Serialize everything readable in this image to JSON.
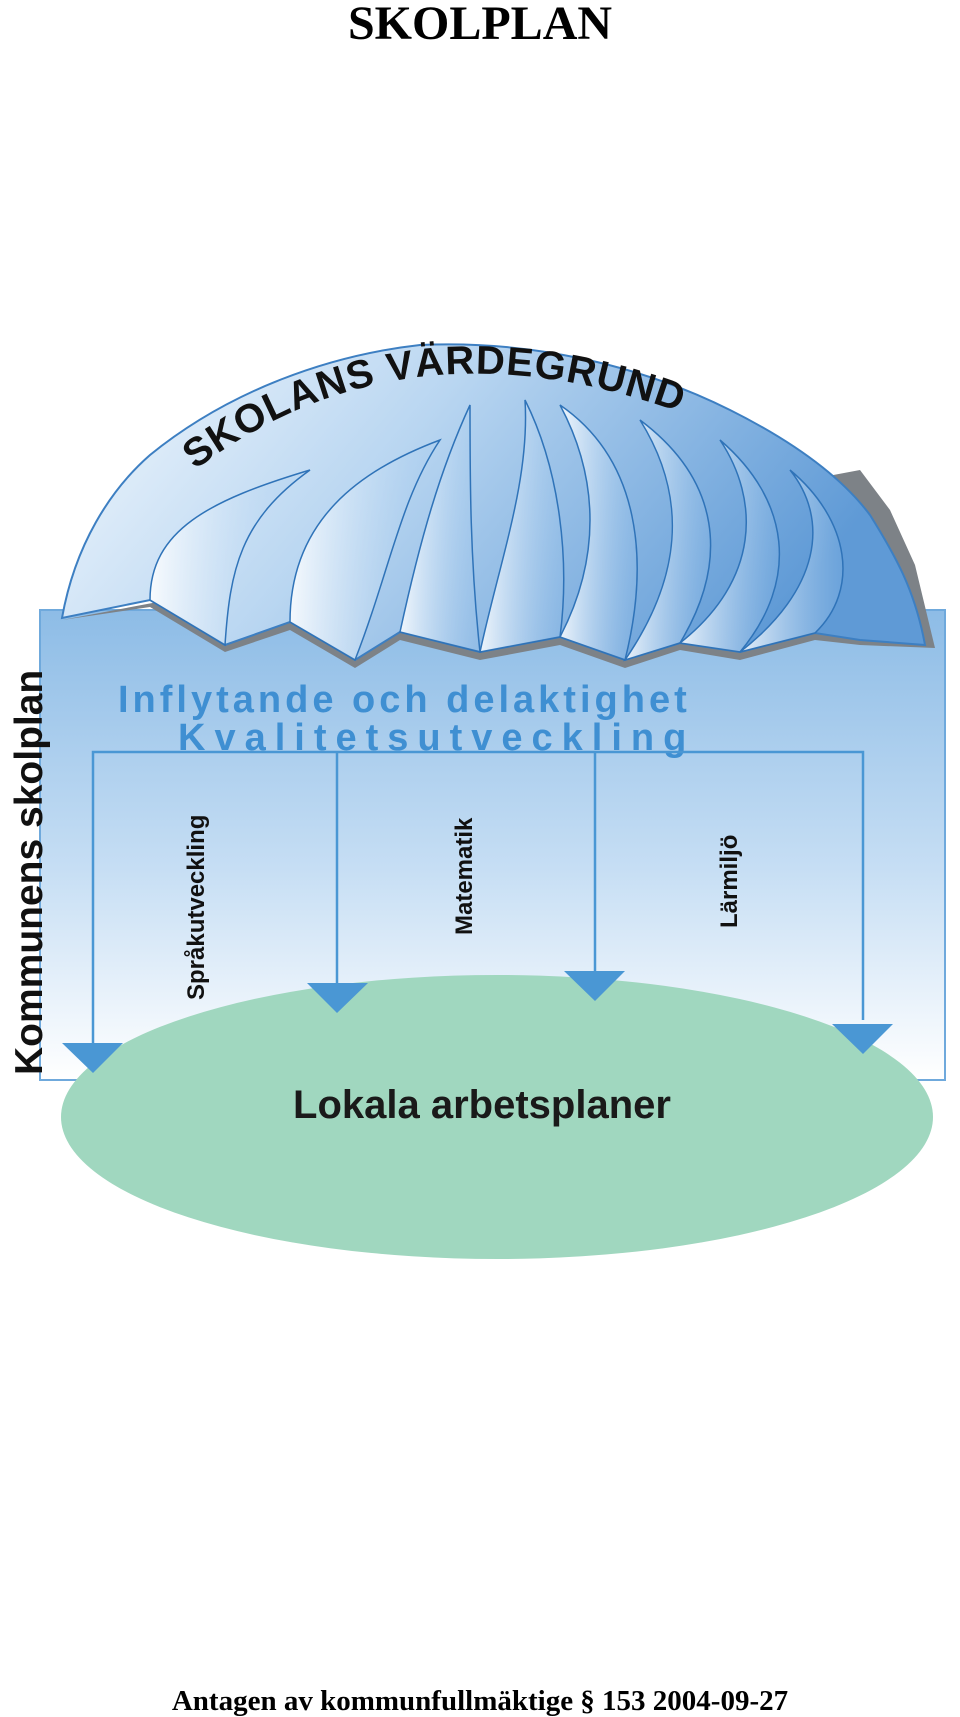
{
  "title": "SKOLPLAN",
  "diagram": {
    "canopy_label": "SKOLANS VÄRDEGRUND",
    "side_label": "Kommunens skolplan",
    "line1": "Inflytande och delaktighet",
    "line2": "Kvalitetsutveckling",
    "columns": [
      "Språkutveckling",
      "Matematik",
      "Lärmiljö"
    ],
    "base_label": "Lokala arbetsplaner"
  },
  "footer": "Antagen av kommunfullmäktige § 153 2004-09-27",
  "colors": {
    "panel_top": "#8fbde6",
    "panel_bottom": "#ffffff",
    "canopy_light": "#eaf4fc",
    "canopy_dark": "#6fa6dc",
    "heading_blue": "#3f8fd2",
    "arrow_blue": "#4a97d4",
    "ellipse_green": "#a0d7bf",
    "text_dark": "#111111"
  }
}
